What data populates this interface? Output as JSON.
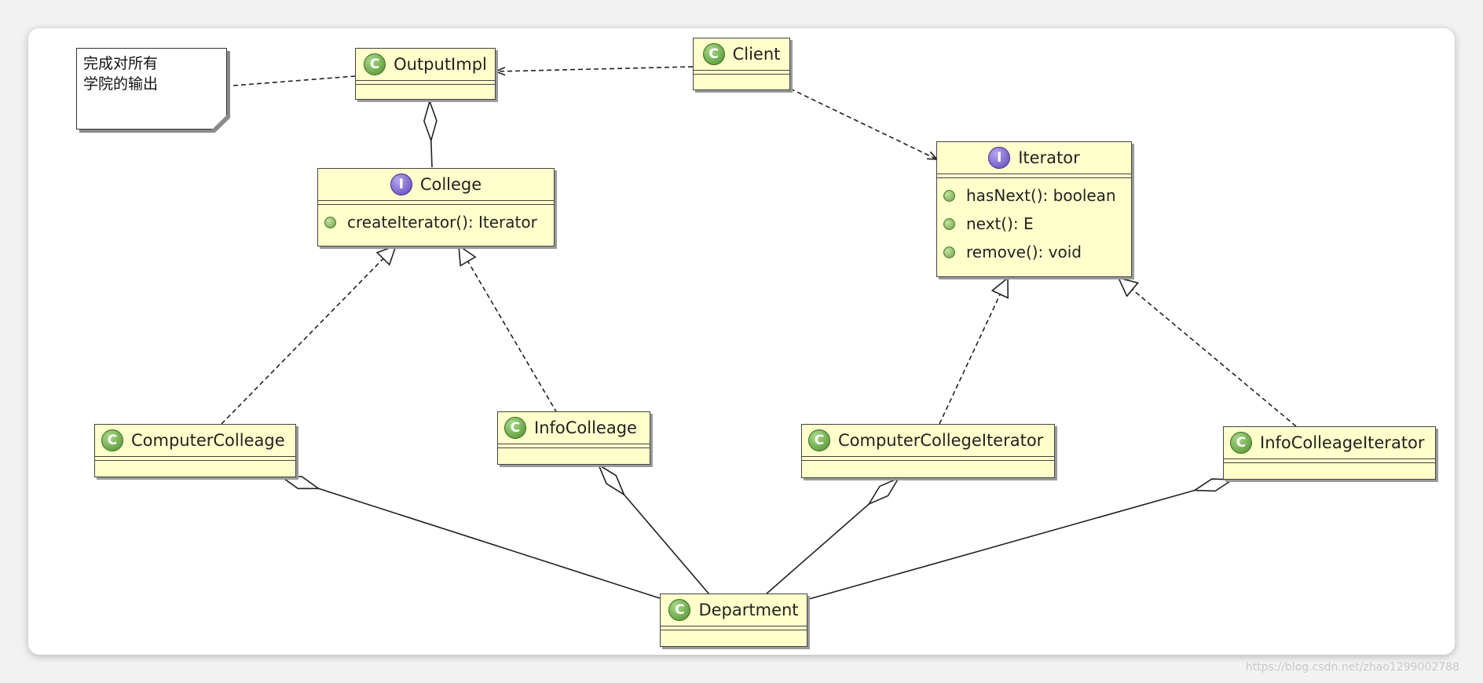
{
  "note": {
    "text": "完成对所有\n学院的输出"
  },
  "classes": {
    "output_impl": {
      "name": "OutputImpl",
      "kind": "class"
    },
    "client": {
      "name": "Client",
      "kind": "class"
    },
    "college": {
      "name": "College",
      "kind": "interface",
      "operations": [
        "createIterator(): Iterator"
      ]
    },
    "iterator": {
      "name": "Iterator",
      "kind": "interface",
      "operations": [
        "hasNext(): boolean",
        "next(): E",
        "remove(): void"
      ]
    },
    "computer_colleage": {
      "name": "ComputerColleage",
      "kind": "class"
    },
    "info_colleage": {
      "name": "InfoColleage",
      "kind": "class"
    },
    "computer_college_iterator": {
      "name": "ComputerCollegeIterator",
      "kind": "class"
    },
    "info_colleage_iterator": {
      "name": "InfoColleageIterator",
      "kind": "class"
    },
    "department": {
      "name": "Department",
      "kind": "class"
    }
  },
  "badges": {
    "class": "C",
    "interface": "I"
  },
  "colors": {
    "class_fill": "#ffffcc",
    "class_badge": "#4f8f2c",
    "interface_badge": "#5b46b8",
    "method_dot": "#6d9f45"
  },
  "watermark": "https://blog.csdn.net/zhao1299002788"
}
